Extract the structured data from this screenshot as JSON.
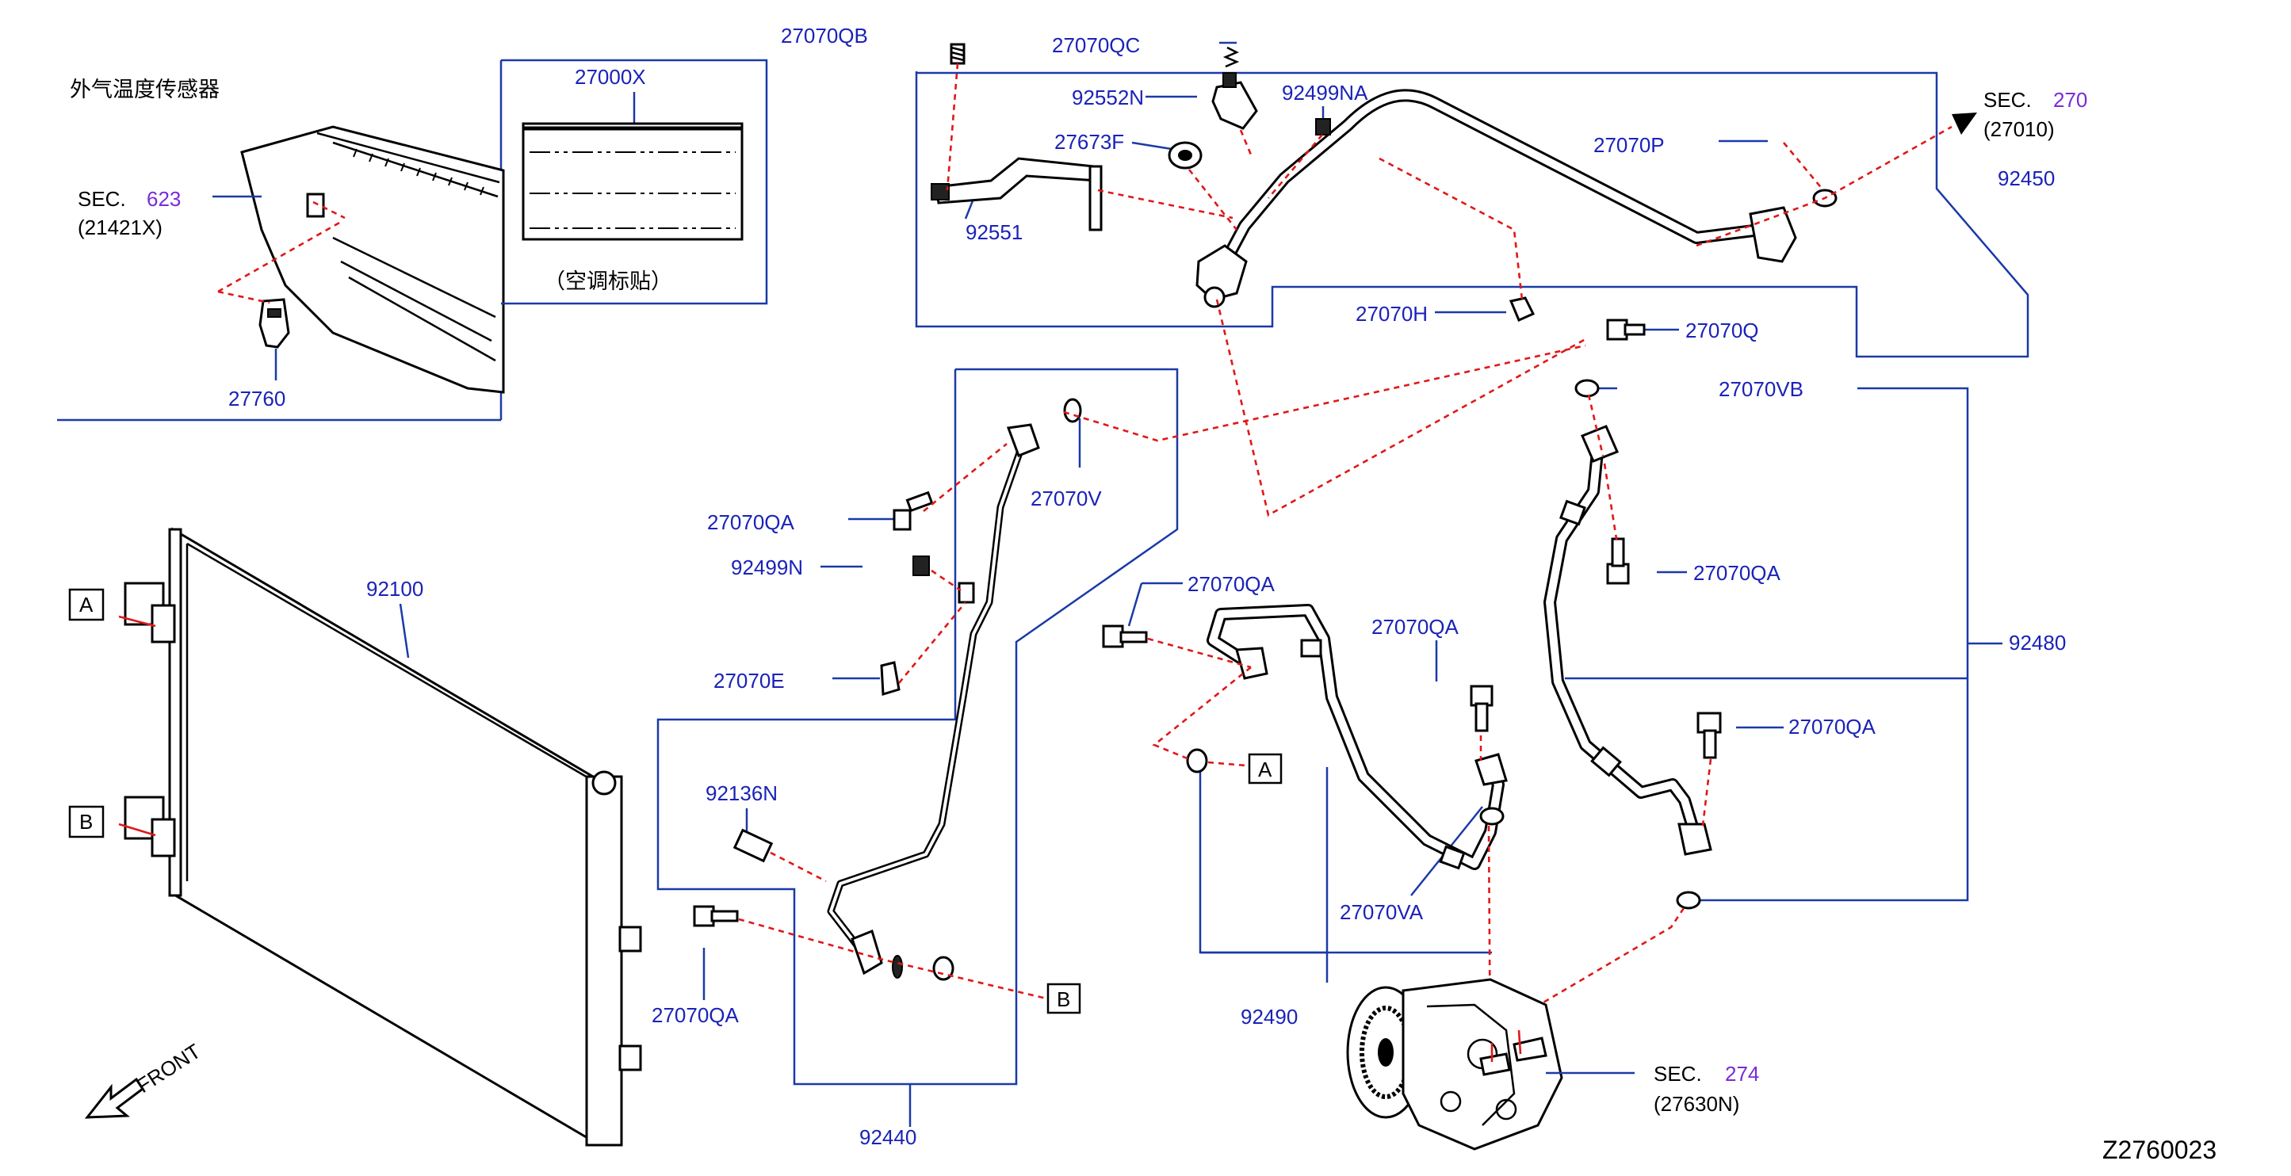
{
  "diagram_id": "Z2760023",
  "labels": {
    "ambient_sensor_cn": "外气温度传感器",
    "sec_623": "SEC.",
    "sec_623_num": "623",
    "ref_21421x": "(21421X)",
    "p27760": "27760",
    "p27000x": "27000X",
    "ac_label_cn": "（空调标贴）",
    "p27070qb": "27070QB",
    "p27070qc": "27070QC",
    "p92552n": "92552N",
    "p92499na": "92499NA",
    "p27673f": "27673F",
    "p92551": "92551",
    "p27070p": "27070P",
    "sec_270": "SEC.",
    "sec_270_num": "270",
    "ref_27010": "(27010)",
    "p92450": "92450",
    "p27070h": "27070H",
    "p27070q": "27070Q",
    "p27070vb": "27070VB",
    "p27070qa_1": "27070QA",
    "p27070v": "27070V",
    "p92499n": "92499N",
    "p27070e": "27070E",
    "p92100": "92100",
    "p27070qa_2": "27070QA",
    "p27070qa_3": "27070QA",
    "p27070qa_4": "27070QA",
    "p92480": "92480",
    "p27070qa_5": "27070QA",
    "p92136n": "92136N",
    "p27070va": "27070VA",
    "p27070qa_6": "27070QA",
    "p92490": "92490",
    "p92440": "92440",
    "sec_274": "SEC.",
    "sec_274_num": "274",
    "ref_27630n": "(27630N)",
    "front": "FRONT",
    "callout_a": "A",
    "callout_b": "B",
    "callout_a2": "A",
    "callout_b2": "B"
  },
  "colors": {
    "label_blue": "#1a22b8",
    "section_purple": "#7a2bd8",
    "leader_blue": "#1a3aa8",
    "dashed_red": "#e01818"
  }
}
